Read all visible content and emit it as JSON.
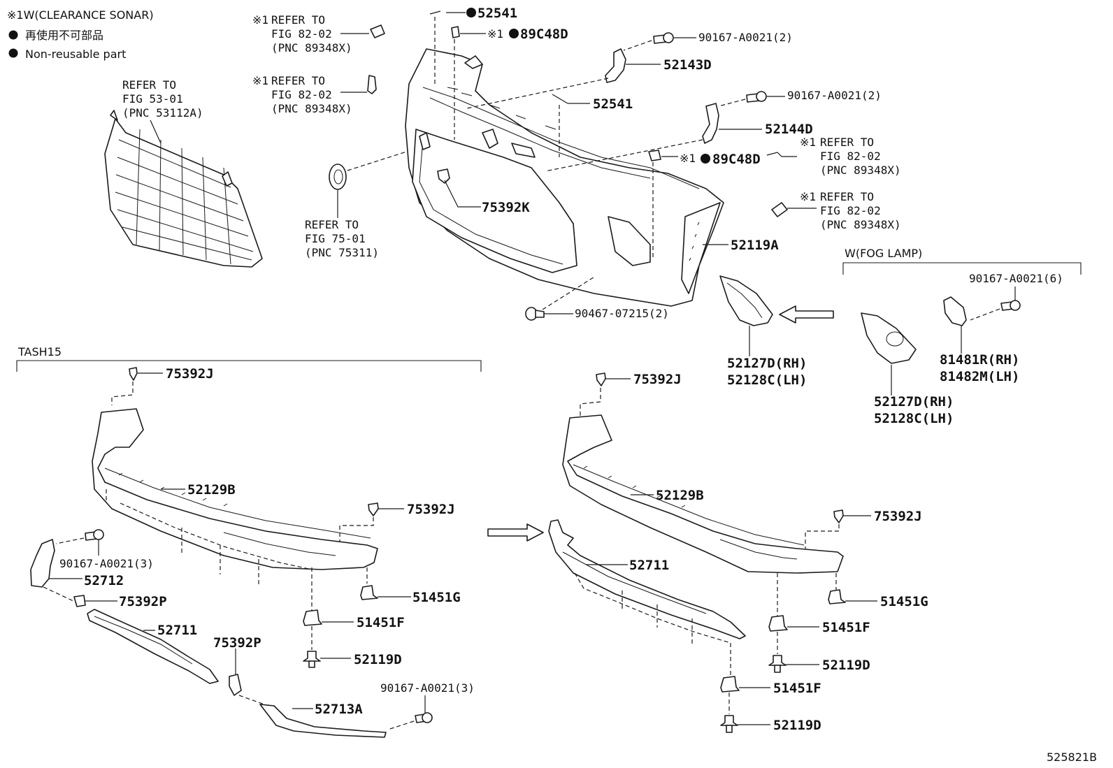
{
  "legend": {
    "clearance_sonar": "※1W(CLEARANCE SONAR)",
    "non_reusable_jp": "再使用不可部品",
    "non_reusable_en": "Non-reusable part"
  },
  "group_labels": {
    "fog_lamp": "W(FOG LAMP)",
    "tash15": "TASH15"
  },
  "refs": {
    "refer_to": "REFER TO",
    "fig_53": "FIG 53-01",
    "pnc_53": "(PNC 53112A)",
    "fig_75": "FIG 75-01",
    "pnc_75": "(PNC 75311)",
    "fig_82": "FIG 82-02",
    "pnc_82": "(PNC 89348X)",
    "mark_1": "※1"
  },
  "parts": {
    "p52541_top": "52541",
    "p89c48d": "89C48D",
    "p90167_2": "90167-A0021(2)",
    "p52143d": "52143D",
    "p52541": "52541",
    "p52144d": "52144D",
    "p75392k": "75392K",
    "p52119a": "52119A",
    "p90467": "90467-07215(2)",
    "p90167_6": "90167-A0021(6)",
    "p52127d": "52127D(RH)",
    "p52128c": "52128C(LH)",
    "p81481r": "81481R(RH)",
    "p81482m": "81482M(LH)",
    "p75392j": "75392J",
    "p52129b": "52129B",
    "p90167_3": "90167-A0021(3)",
    "p52712": "52712",
    "p75392p": "75392P",
    "p52711": "52711",
    "p51451g": "51451G",
    "p51451f": "51451F",
    "p52119d": "52119D",
    "p52713a": "52713A"
  },
  "figure_id": "525821B"
}
